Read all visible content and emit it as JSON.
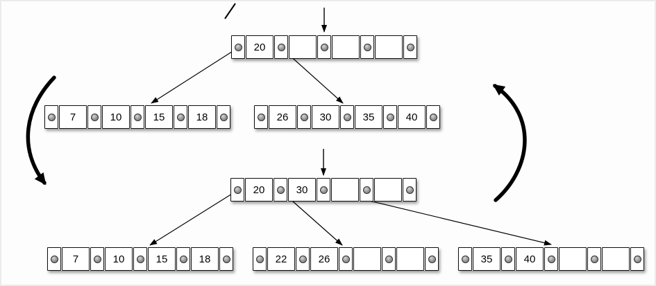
{
  "figure": {
    "description": "B-tree node split diagram: before and after inserting into a full node",
    "colors": {
      "background": "#fdfdfd",
      "frame": "#ebebeb",
      "line": "#000000",
      "node_fill": "#ffffff",
      "dot": "#9a9a9a"
    }
  },
  "before": {
    "root": {
      "keys": [
        "20",
        "",
        "",
        ""
      ]
    },
    "children": [
      {
        "keys": [
          "7",
          "10",
          "15",
          "18"
        ]
      },
      {
        "keys": [
          "26",
          "30",
          "35",
          "40"
        ]
      }
    ]
  },
  "after": {
    "root": {
      "keys": [
        "20",
        "30",
        "",
        ""
      ]
    },
    "children": [
      {
        "keys": [
          "7",
          "10",
          "15",
          "18"
        ]
      },
      {
        "keys": [
          "22",
          "26",
          "",
          ""
        ]
      },
      {
        "keys": [
          "35",
          "40",
          "",
          ""
        ]
      }
    ]
  }
}
